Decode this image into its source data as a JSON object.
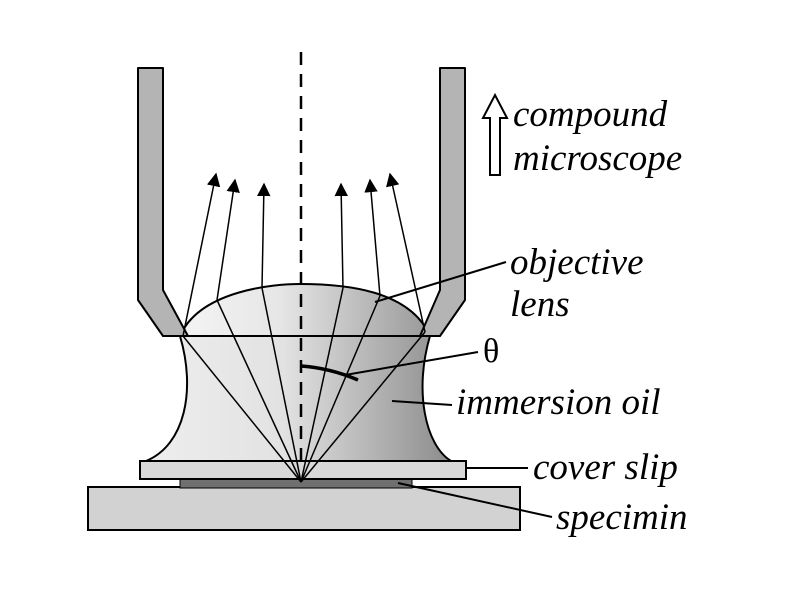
{
  "diagram": {
    "labels": {
      "compound_line1": "compound",
      "compound_line2": "microscope",
      "objective_line1": "objective",
      "objective_line2": "lens",
      "theta": "θ",
      "immersion_oil": "immersion oil",
      "cover_slip": "cover slip",
      "specimen": "specimin"
    },
    "colors": {
      "tube": "#b4b4b4",
      "slide": "#d2d2d2",
      "cover_slip": "#d8d8d8",
      "specimen": "#707070",
      "oil_light": "#eeeeee",
      "oil_dark": "#8c8c8c",
      "lens_light": "#f4f4f4",
      "lens_dark": "#999999",
      "outline": "#000000"
    }
  }
}
